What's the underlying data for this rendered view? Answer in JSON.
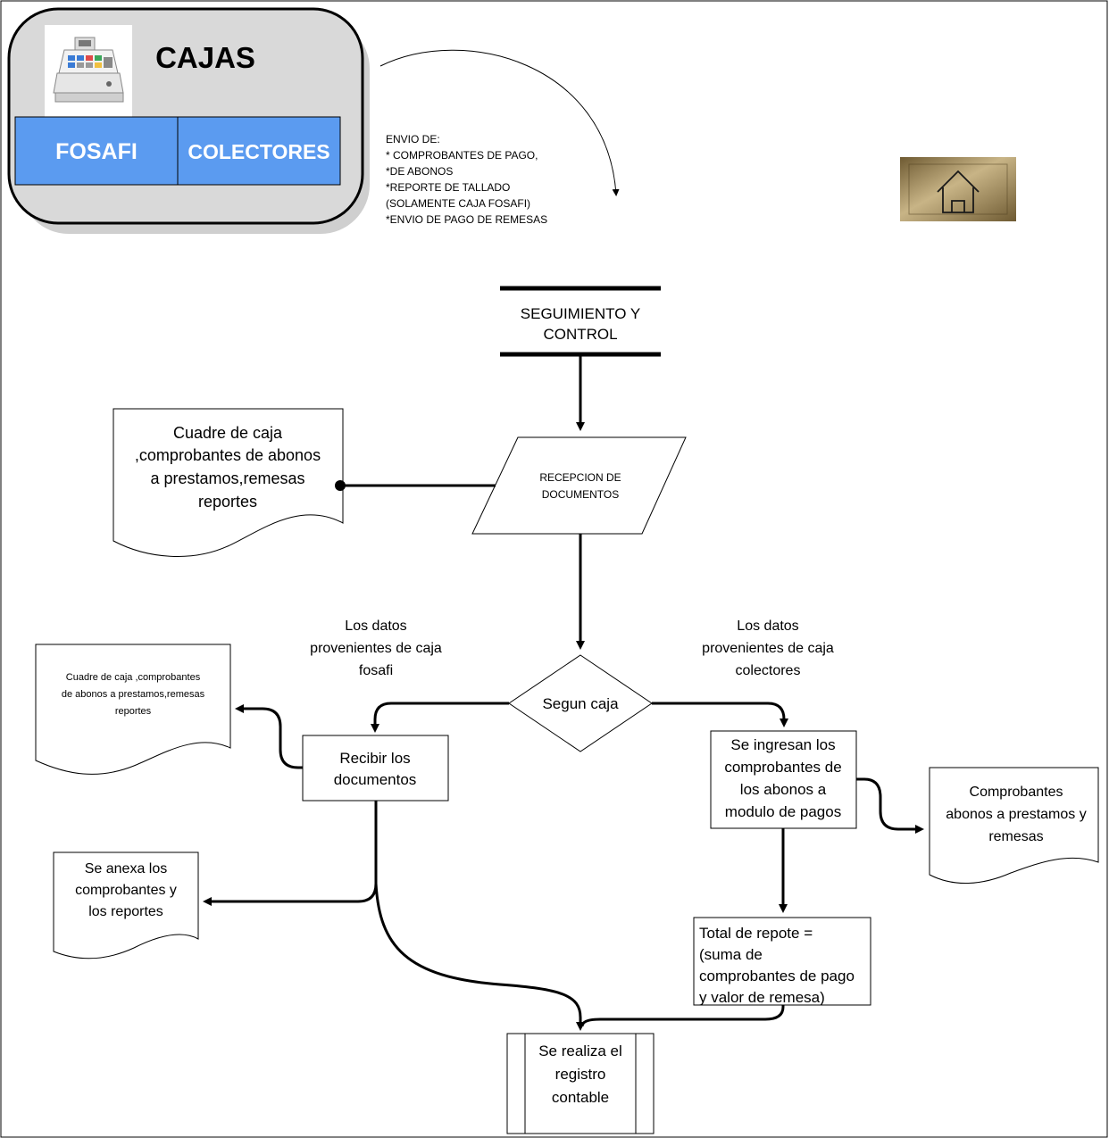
{
  "header": {
    "title": "CAJAS",
    "tab_fosafi": "FOSAFI",
    "tab_colectores": "COLECTORES",
    "register_icon": "cash-register-icon",
    "home_icon": "home-icon"
  },
  "shipment_note": {
    "lines": [
      "ENVIO DE:",
      "* COMPROBANTES DE PAGO,",
      "*DE ABONOS",
      "*REPORTE DE TALLADO",
      "(SOLAMENTE CAJA FOSAFI)",
      "*ENVIO DE PAGO DE REMESAS"
    ]
  },
  "flow": {
    "start_lines": [
      "SEGUIMIENTO Y",
      "CONTROL"
    ],
    "reception_lines": [
      "RECEPCION DE",
      "DOCUMENTOS"
    ],
    "doc_top_lines": [
      "Cuadre de caja",
      ",comprobantes de abonos",
      "a prestamos,remesas",
      "reportes"
    ],
    "fosafi_label_lines": [
      "Los datos",
      "provenientes de caja",
      "fosafi"
    ],
    "colectores_label_lines": [
      "Los datos",
      "provenientes de caja",
      "colectores"
    ],
    "decision": "Segun caja",
    "doc_left_lines": [
      "Cuadre de caja ,comprobantes",
      "de abonos a prestamos,remesas",
      "reportes"
    ],
    "receive_lines": [
      "Recibir los",
      "documentos"
    ],
    "enter_lines": [
      "Se ingresan los",
      "comprobantes de",
      "los abonos a",
      "modulo de pagos"
    ],
    "doc_right_lines": [
      "Comprobantes",
      "abonos a prestamos y",
      "remesas"
    ],
    "annex_lines": [
      "Se anexa los",
      "comprobantes y",
      "los reportes"
    ],
    "total_lines": [
      "Total de repote =",
      "(suma de",
      "comprobantes de pago",
      "y valor de remesa)"
    ],
    "register_lines": [
      "Se realiza el",
      "registro",
      "contable"
    ]
  },
  "colors": {
    "tab_fill": "#5b9bf0",
    "panel_fill": "#d9d9d9",
    "home_button": "#a08a5a"
  }
}
